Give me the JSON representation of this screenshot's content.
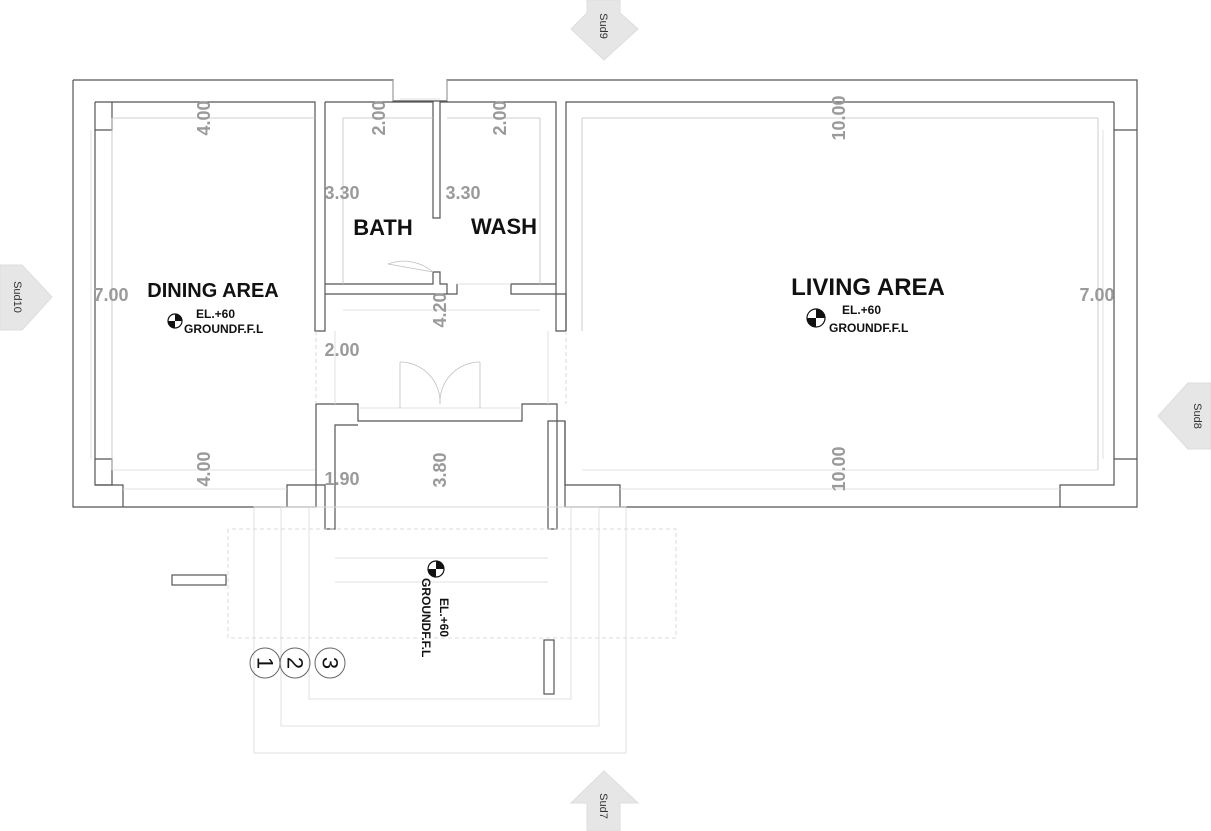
{
  "rooms": {
    "dining": "DINING AREA",
    "bath": "BATH",
    "wash": "WASH",
    "living": "LIVING AREA"
  },
  "levels": {
    "elevation": "EL.+60",
    "floor": "GROUNDF.F.L"
  },
  "dimensions": {
    "dining_top": "4.00",
    "dining_bottom": "4.00",
    "dining_side": "7.00",
    "bath_top": "2.00",
    "wash_top": "2.00",
    "bath_side": "3.30",
    "wash_side": "3.30",
    "corridor_vertical": "4.20",
    "corridor_width": "2.00",
    "entry_width": "1.90",
    "entry_depth": "3.80",
    "living_top": "10.00",
    "living_bottom": "10.00",
    "living_side": "7.00"
  },
  "sections": {
    "top": "Sud9",
    "bottom": "Sud7",
    "left": "Sud10",
    "right": "Sud8"
  },
  "steps": [
    "1",
    "2",
    "3"
  ]
}
